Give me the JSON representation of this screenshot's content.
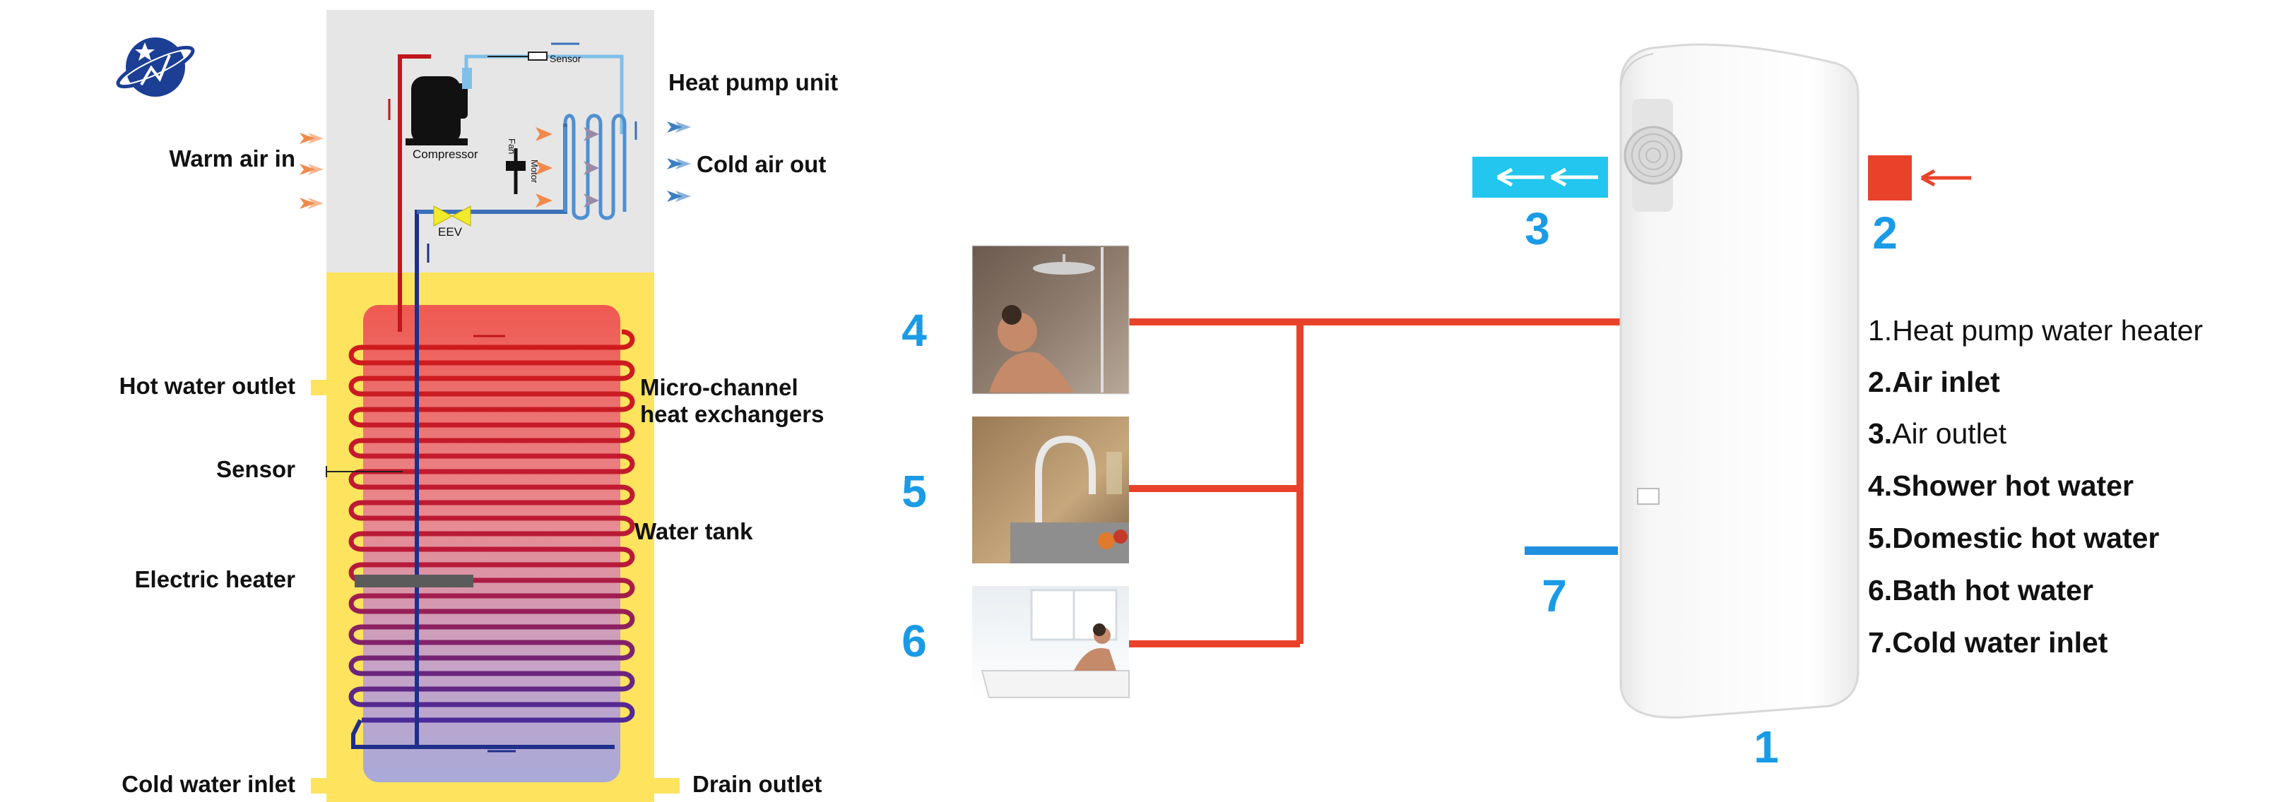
{
  "left_diagram": {
    "labels": {
      "heat_pump_unit": "Heat pump unit",
      "warm_air_in": "Warm air in",
      "cold_air_out": "Cold air out",
      "hot_water_outlet": "Hot water outlet",
      "micro_channel_line1": "Micro-channel",
      "micro_channel_line2": "heat exchangers",
      "sensor": "Sensor",
      "water_tank": "Water tank",
      "electric_heater": "Electric heater",
      "cold_water_inlet": "Cold water inlet",
      "drain_outlet": "Drain outlet",
      "compressor": "Compressor",
      "eev": "EEV",
      "sensor_small": "Sensor",
      "fan": "Fan",
      "motor": "Motor"
    }
  },
  "right_diagram": {
    "numbers": {
      "n1": "1",
      "n2": "2",
      "n3": "3",
      "n4": "4",
      "n5": "5",
      "n6": "6",
      "n7": "7"
    },
    "legend": [
      {
        "num": "1.",
        "text": "Heat pump water heater"
      },
      {
        "num": "2.",
        "text": "Air inlet"
      },
      {
        "num": "3.",
        "text": "Air outlet"
      },
      {
        "num": "4.",
        "text": "Shower hot water"
      },
      {
        "num": "5.",
        "text": "Domestic hot water"
      },
      {
        "num": "6.",
        "text": "Bath hot water"
      },
      {
        "num": "7.",
        "text": "Cold water inlet"
      }
    ]
  },
  "colors": {
    "pipe_red": "#e8432a",
    "cold_blue": "#1f8fe0",
    "air_out_cyan": "#22c6ee",
    "tank_yellow": "#fde35e",
    "unit_gray": "#e6e6e6",
    "warm_arrow": "#f08a4b",
    "cold_arrow": "#3a7fc2"
  }
}
